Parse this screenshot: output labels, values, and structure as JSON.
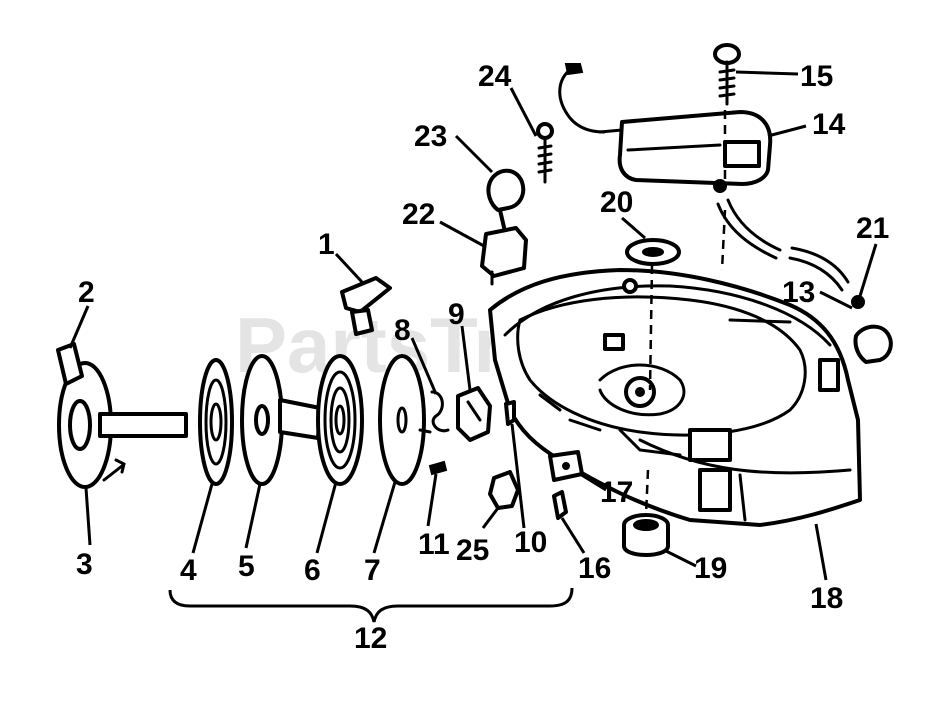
{
  "watermark": {
    "text": "PartsTree",
    "tm": "™"
  },
  "labels": {
    "p1": "1",
    "p2": "2",
    "p3": "3",
    "p4": "4",
    "p5": "5",
    "p6": "6",
    "p7": "7",
    "p8": "8",
    "p9": "9",
    "p10": "10",
    "p11": "11",
    "p12": "12",
    "p13": "13",
    "p14": "14",
    "p15": "15",
    "p16": "16",
    "p17": "17",
    "p18": "18",
    "p19": "19",
    "p20": "20",
    "p21": "21",
    "p22": "22",
    "p23": "23",
    "p24": "24",
    "p25": "25"
  }
}
